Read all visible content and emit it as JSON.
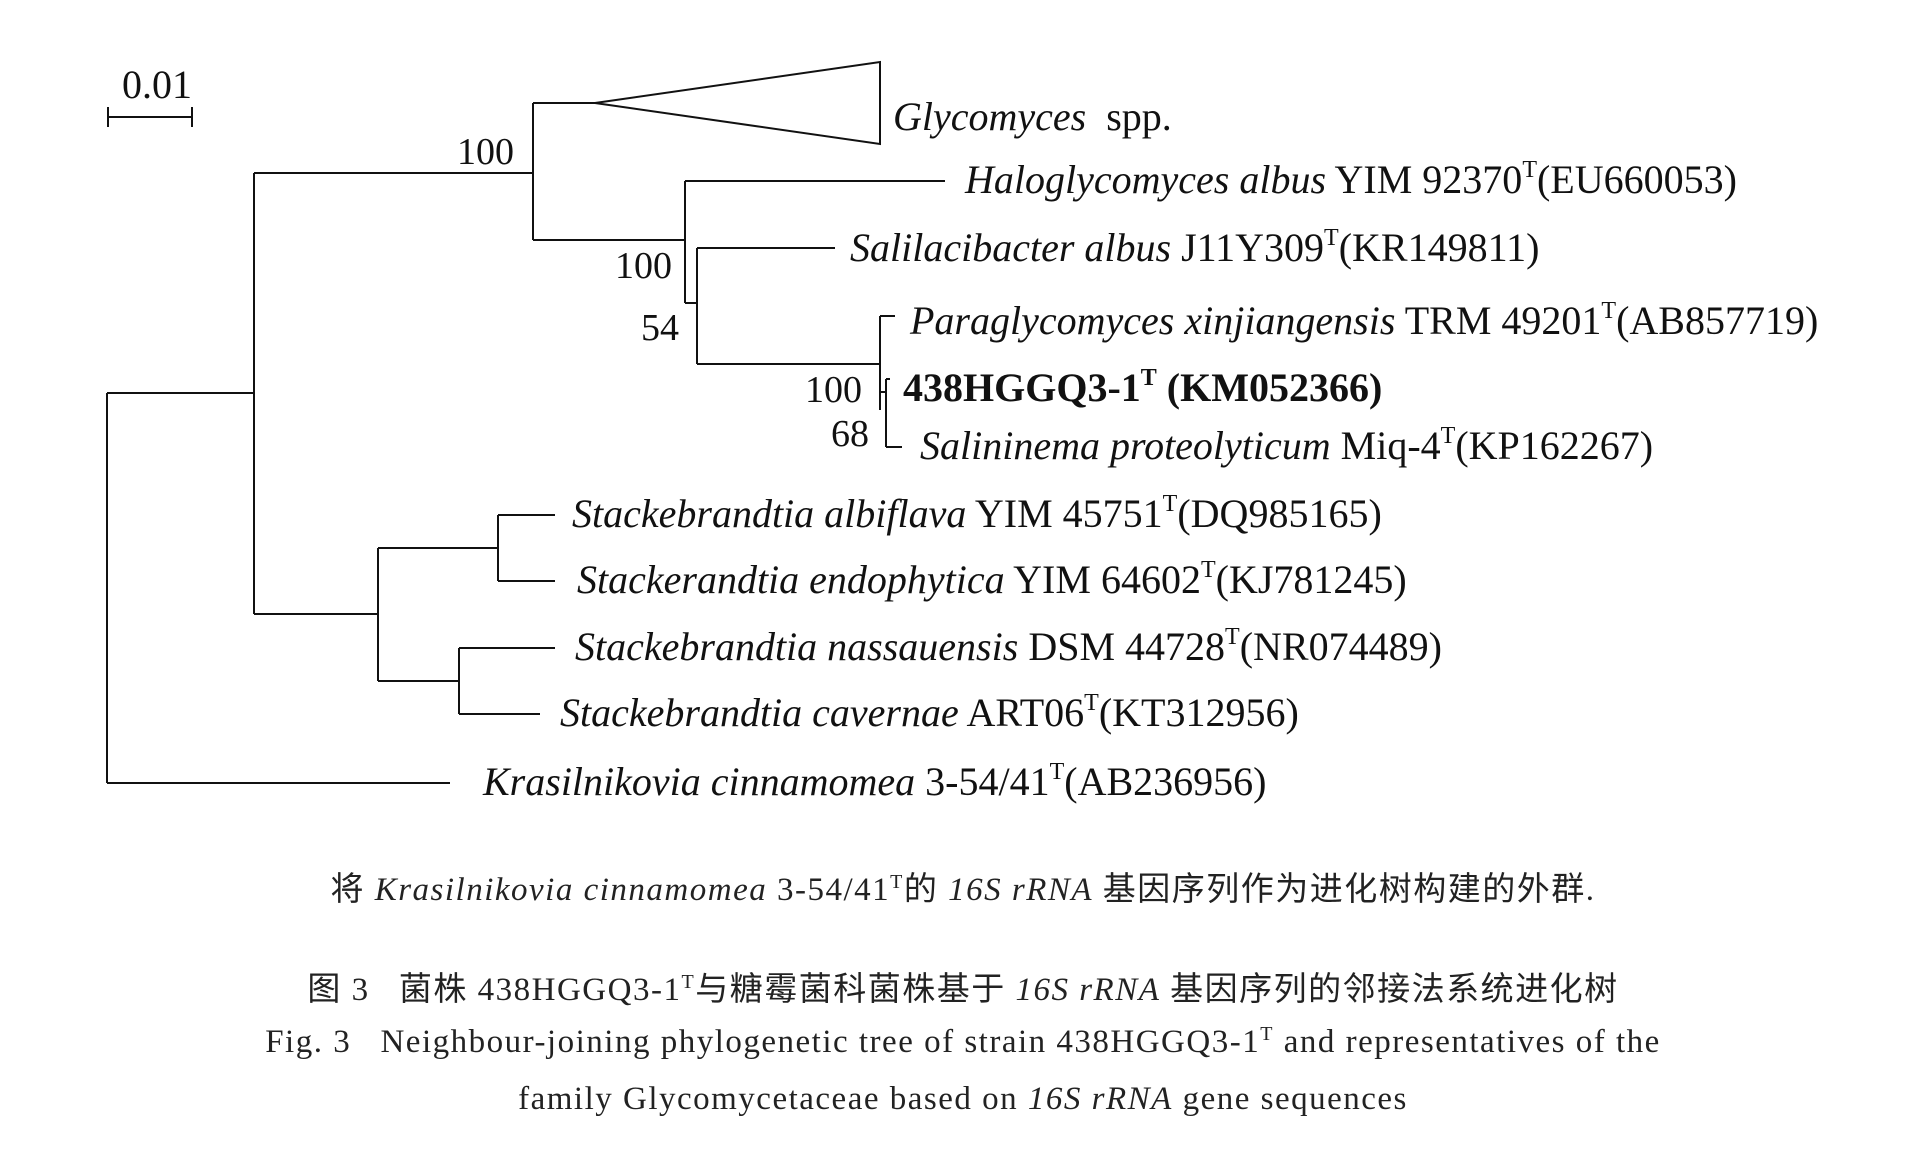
{
  "scale_bar": {
    "label": "0.01"
  },
  "tree": {
    "bootstrap": [
      "100",
      "100",
      "54",
      "100",
      "68"
    ],
    "taxa": [
      {
        "genus_species": "Glycomyces",
        "strain": "spp.",
        "type_mark": "",
        "accession": "",
        "bold": false,
        "collapsed": true
      },
      {
        "genus_species": "Haloglycomyces albus",
        "strain": "YIM 92370",
        "type_mark": "T",
        "accession": "(EU660053)",
        "bold": false
      },
      {
        "genus_species": "Salilacibacter albus",
        "strain": "J11Y309",
        "type_mark": "T",
        "accession": "(KR149811)",
        "bold": false
      },
      {
        "genus_species": "Paraglycomyces xinjiangensis",
        "strain": "TRM 49201",
        "type_mark": "T",
        "accession": "(AB857719)",
        "bold": false
      },
      {
        "genus_species": "",
        "strain": "438HGGQ3-1",
        "type_mark": "T",
        "accession": "(KM052366)",
        "bold": true
      },
      {
        "genus_species": "Salininema proteolyticum",
        "strain": "Miq-4",
        "type_mark": "T",
        "accession": "(KP162267)",
        "bold": false
      },
      {
        "genus_species": "Stackebrandtia albiflava",
        "strain": "YIM 45751",
        "type_mark": "T",
        "accession": "(DQ985165)",
        "bold": false
      },
      {
        "genus_species": "Stackerandtia endophytica",
        "strain": "YIM 64602",
        "type_mark": "T",
        "accession": "(KJ781245)",
        "bold": false
      },
      {
        "genus_species": "Stackebrandtia nassauensis",
        "strain": "DSM 44728",
        "type_mark": "T",
        "accession": "(NR074489)",
        "bold": false
      },
      {
        "genus_species": "Stackebrandtia cavernae",
        "strain": "ART06",
        "type_mark": "T",
        "accession": "(KT312956)",
        "bold": false
      },
      {
        "genus_species": "Krasilnikovia cinnamomea",
        "strain": "3-54/41",
        "type_mark": "T",
        "accession": "(AB236956)",
        "bold": false
      }
    ]
  },
  "caption": {
    "note": {
      "prefix": "将 ",
      "species": "Krasilnikovia cinnamomea",
      "strain": " 3-54/41",
      "type_mark": "T",
      "mid": "的 ",
      "gene": "16S rRNA",
      "suffix": " 基因序列作为进化树构建的外群."
    },
    "zh": {
      "label": "图 3",
      "text1": "菌株 438HGGQ3-1",
      "type_mark": "T",
      "text2": "与糖霉菌科菌株基于 ",
      "gene": "16S rRNA",
      "text3": " 基因序列的邻接法系统进化树"
    },
    "en": {
      "label": "Fig. 3",
      "text1": "Neighbour-joining phylogenetic tree of strain 438HGGQ3-1",
      "type_mark": "T",
      "text2": " and representatives of the",
      "line2_a": "family Glycomycetaceae based on ",
      "gene": "16S rRNA",
      "line2_b": " gene sequences"
    }
  }
}
